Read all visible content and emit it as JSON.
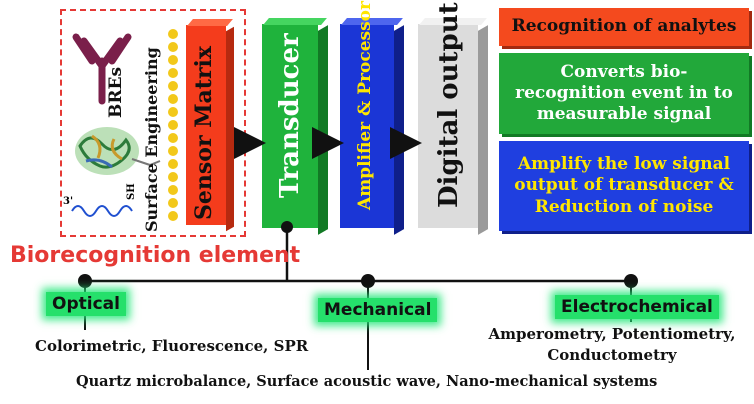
{
  "biorecognition": {
    "label": "Biorecognition element",
    "bres_label": "BREs",
    "surface_label": "Surface Engineering",
    "dna_three_prime": "3'",
    "dna_sh": "SH"
  },
  "blocks": {
    "sensor_matrix": "Sensor Matrix",
    "transducer": "Transducer",
    "amplifier": "Amplifier & Processor",
    "digital_output": "Digital output"
  },
  "descriptions": [
    {
      "text": "Recognition of analytes",
      "bg": "#f44a1e",
      "color": "#111111"
    },
    {
      "text": "Converts bio-recognition event in to measurable signal",
      "bg": "#22a83a",
      "color": "#ffffff"
    },
    {
      "text": "Amplify the low signal output of transducer & Reduction of noise",
      "bg": "#1f3fe0",
      "color": "#ffe600"
    }
  ],
  "categories": {
    "optical": {
      "label": "Optical",
      "methods": "Colorimetric, Fluorescence, SPR"
    },
    "mechanical": {
      "label": "Mechanical",
      "methods": "Quartz microbalance, Surface acoustic wave, Nano-mechanical systems"
    },
    "electrochemical": {
      "label": "Electrochemical",
      "methods_line1": "Amperometry, Potentiometry,",
      "methods_line2": "Conductometry"
    }
  },
  "colors": {
    "sensor": "#f43c1c",
    "transducer": "#1fb33c",
    "amplifier": "#1b36d6",
    "digital": "#dcdcdc",
    "dashed_border": "#e53935",
    "glow": "#25e06b"
  }
}
